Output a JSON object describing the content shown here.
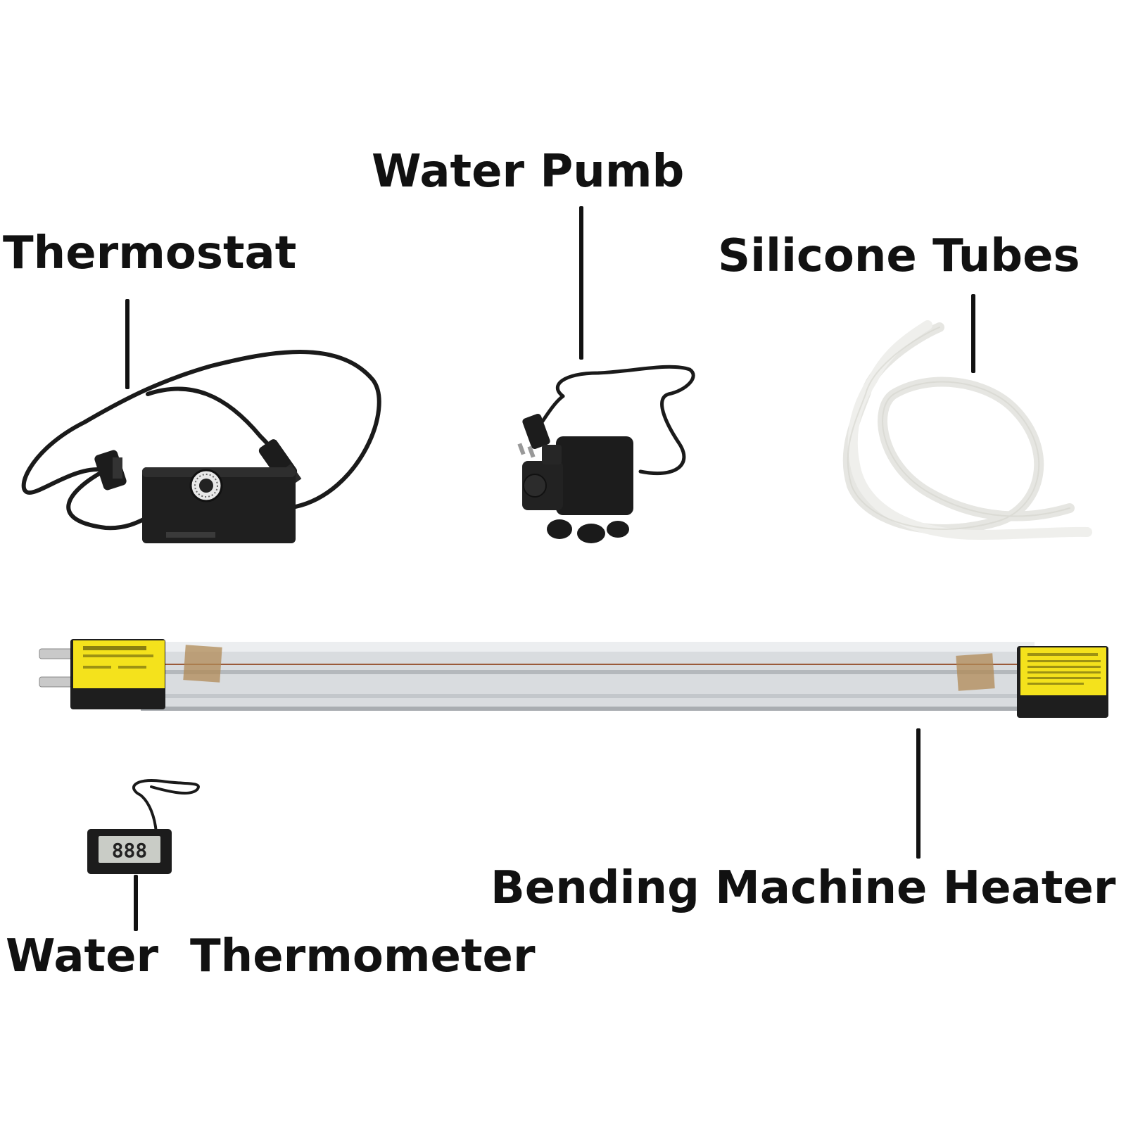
{
  "labels": {
    "water_pump": "Water Pumb",
    "thermostat": "Thermostat",
    "silicone_tubes": "Silicone Tubes",
    "bending_heater": "Bending Machine Heater",
    "water": "Water",
    "thermometer": "Thermometer"
  },
  "colors": {
    "background": "#ffffff",
    "text": "#111111",
    "device_body": "#1e1e1e",
    "warning_label": "#f4e21c",
    "aluminum_bar": "#d9dcdf",
    "tube": "#eeeeea"
  }
}
